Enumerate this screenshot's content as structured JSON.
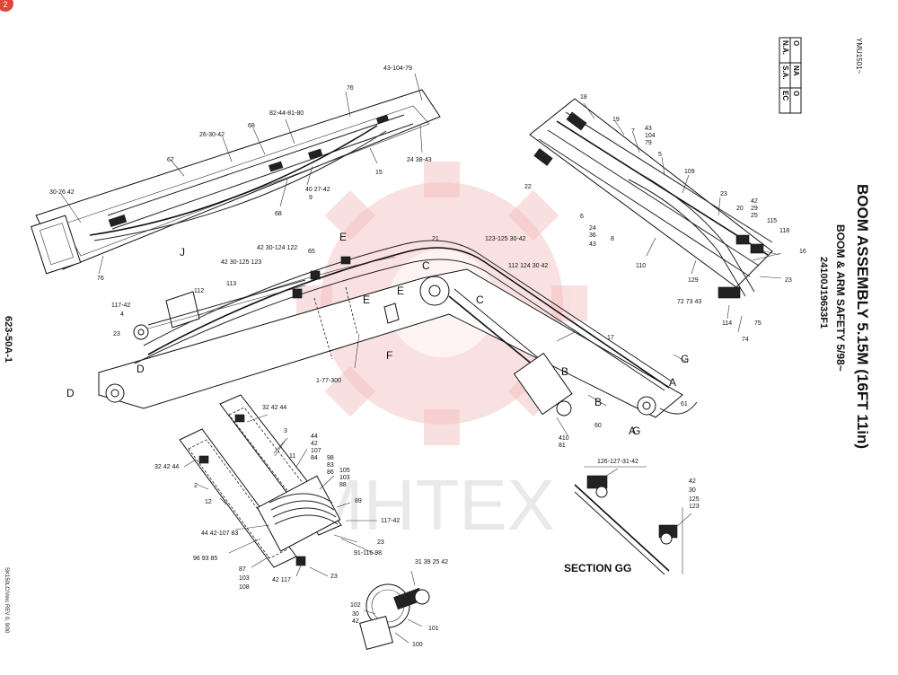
{
  "title": {
    "main": "BOOM ASSEMBLY 5.15M (16FT 11in)",
    "sub": "BOOM & ARM SAFETY 5/98~",
    "codes": "24100J19633F1",
    "serial": "YMU1501~"
  },
  "page_number": "623-50A-1",
  "footer_ref": "SK150LC/Vmc REV 0, 9/00",
  "page_badge": "2",
  "watermark": "МНТЕХ",
  "section_label": "SECTION GG",
  "legend": {
    "headers": [
      "N.A.",
      "S.A.",
      "EC"
    ],
    "values": [
      "O",
      "NA",
      "O"
    ]
  },
  "view_letters": [
    "J",
    "E",
    "E",
    "E",
    "C",
    "C",
    "D",
    "D",
    "F",
    "B",
    "B",
    "A",
    "A",
    "G",
    "G"
  ],
  "callouts": [
    "43-104-79",
    "76",
    "82-44-81-80",
    "68",
    "26-30-42",
    "67",
    "15",
    "24 38-43",
    "40 27-42",
    "9",
    "68",
    "30-26 42",
    "76",
    "42 30-124 122",
    "65",
    "42 30-125 123",
    "112",
    "113",
    "117-42",
    "4",
    "23",
    "1-77-300",
    "21",
    "123-125 30-42",
    "112 124 30 42",
    "18",
    "19",
    "7",
    "43",
    "104",
    "79",
    "5",
    "22",
    "109",
    "6",
    "24",
    "36",
    "43",
    "8",
    "23",
    "42",
    "29",
    "25",
    "20",
    "115",
    "118",
    "16",
    "110",
    "129",
    "23",
    "72 73 43",
    "114",
    "75",
    "74",
    "17",
    "61",
    "410",
    "81",
    "60",
    "32 42 44",
    "3",
    "44",
    "42",
    "107",
    "84",
    "98",
    "83",
    "86",
    "105",
    "103",
    "88",
    "32 42 44",
    "2",
    "12",
    "11",
    "89",
    "117-42",
    "44 42-107 83",
    "23",
    "96 93 85",
    "91-116 98",
    "87",
    "103",
    "108",
    "42 117",
    "23",
    "31 39 25 42",
    "102",
    "30",
    "42",
    "101",
    "100",
    "126-127-31-42",
    "42",
    "30",
    "125",
    "123"
  ]
}
